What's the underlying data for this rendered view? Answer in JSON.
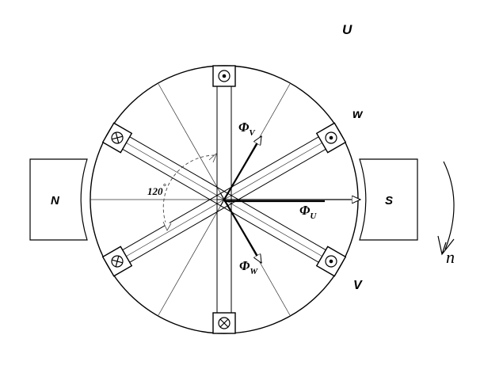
{
  "labels": {
    "north_pole": "N",
    "south_pole": "S",
    "phase_u": "U",
    "phase_v": "V",
    "phase_w": "w",
    "rotation": "n",
    "angle": "120",
    "angle_unit": "°"
  },
  "flux": {
    "symbol": "Φ",
    "u_sub": "U",
    "v_sub": "V",
    "w_sub": "W"
  },
  "coil_sides": [
    {
      "id": "top",
      "symbol": "dot"
    },
    {
      "id": "upper-right",
      "symbol": "dot"
    },
    {
      "id": "lower-right",
      "symbol": "dot"
    },
    {
      "id": "bottom",
      "symbol": "cross"
    },
    {
      "id": "lower-left",
      "symbol": "cross"
    },
    {
      "id": "upper-left",
      "symbol": "cross"
    }
  ],
  "colors": {
    "ink": "#000000",
    "paper": "#ffffff",
    "dim": "#555555"
  }
}
